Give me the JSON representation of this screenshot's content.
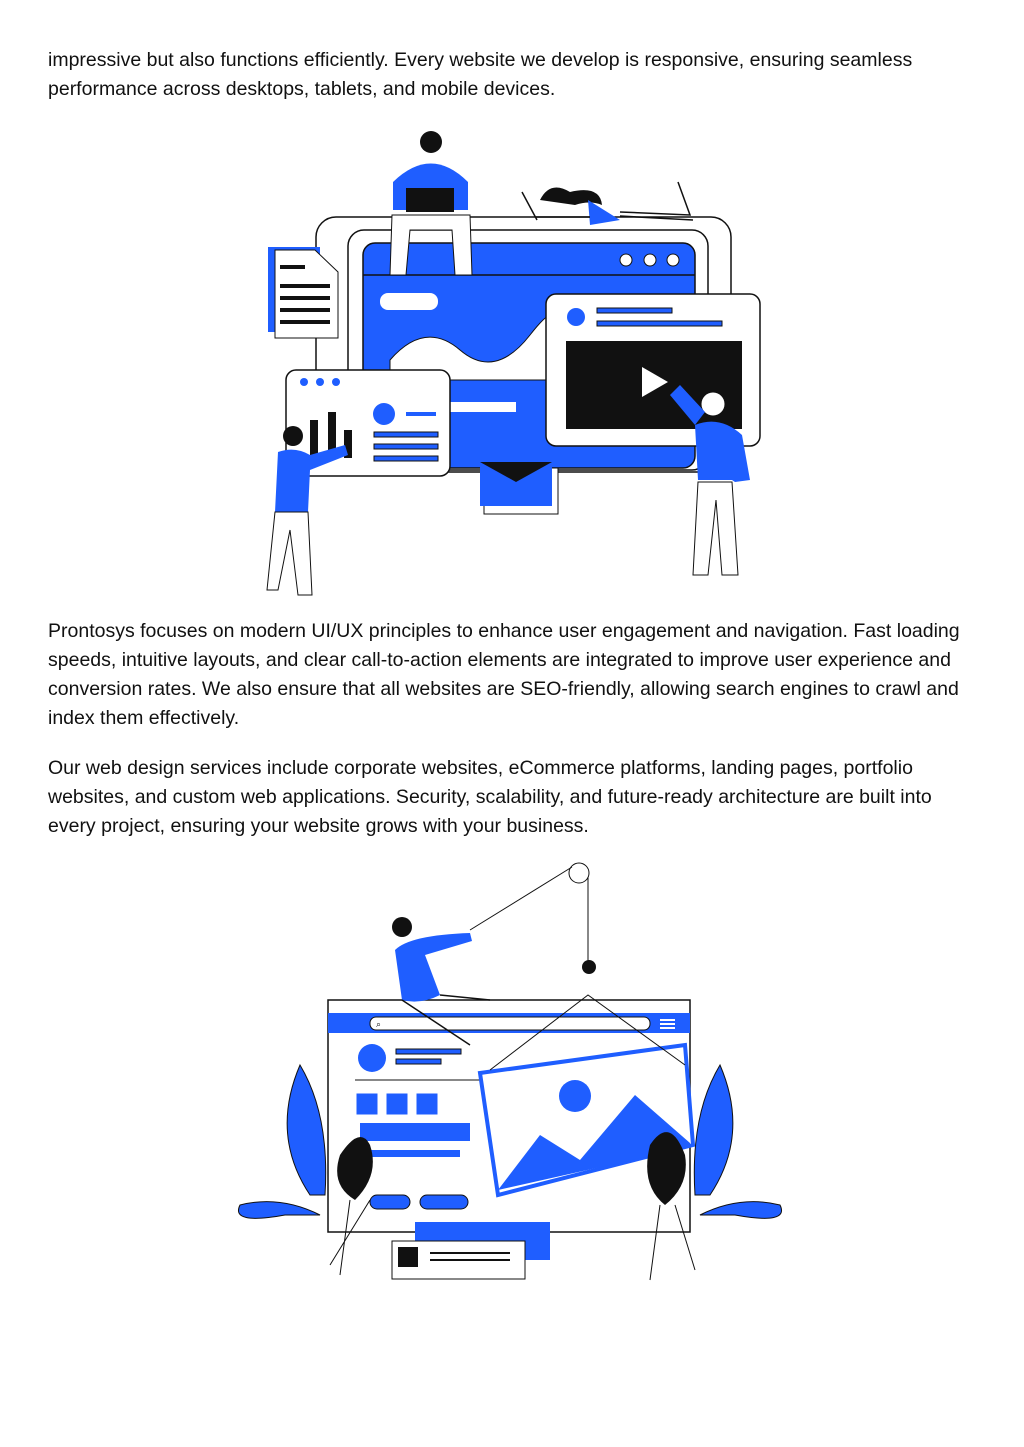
{
  "paragraphs": [
    "impressive but also functions efficiently. Every website we develop is responsive, ensuring seamless performance across desktops, tablets, and mobile devices.",
    "Prontosys focuses on modern UI/UX principles to enhance user engagement and navigation. Fast loading speeds, intuitive layouts, and clear call-to-action elements are integrated to improve user experience and conversion rates. We also ensure that all websites are SEO-friendly, allowing search engines to crawl and index them effectively.",
    "Our web design services include corporate websites, eCommerce platforms, landing pages, portfolio websites, and custom web applications. Security, scalability, and future-ready architecture are built into every project, ensuring your website grows with your business."
  ],
  "colors": {
    "accent": "#1f5eff",
    "ink": "#111111"
  }
}
